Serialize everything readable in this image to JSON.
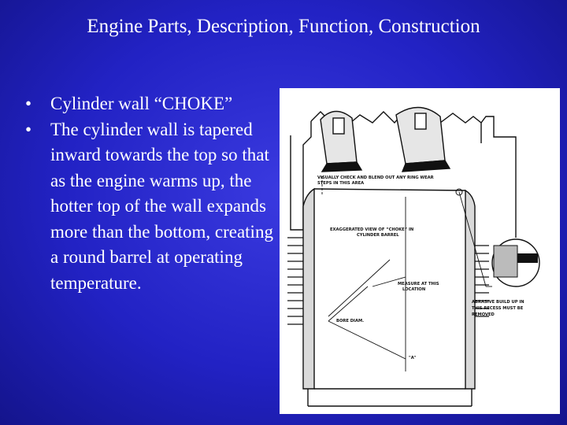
{
  "slide": {
    "title": "Engine Parts, Description, Function, Construction",
    "bullets": [
      {
        "marker": "•",
        "text": "Cylinder wall “CHOKE”"
      },
      {
        "marker": "•",
        "text": "The cylinder wall is tapered inward towards the top so that as the engine warms up, the hotter top of the wall expands more than the bottom, creating a round barrel at operating temperature."
      }
    ]
  },
  "figure": {
    "labels": {
      "visual_check_1": "VISUALLY CHECK AND BLEND OUT ANY RING WEAR",
      "visual_check_2": "STEPS IN THIS AREA",
      "choke_1": "EXAGGERATED VIEW OF “CHOKE” IN",
      "choke_2": "CYLINDER BARREL",
      "measure_1": "MEASURE AT THIS",
      "measure_2": "LOCATION",
      "bore": "BORE DIAM.",
      "abrasive_1": "ABRASIVE BUILD UP IN",
      "abrasive_2": "THIS RECESS MUST BE",
      "abrasive_3": "REMOVED",
      "a_mark": "\"A\""
    }
  }
}
